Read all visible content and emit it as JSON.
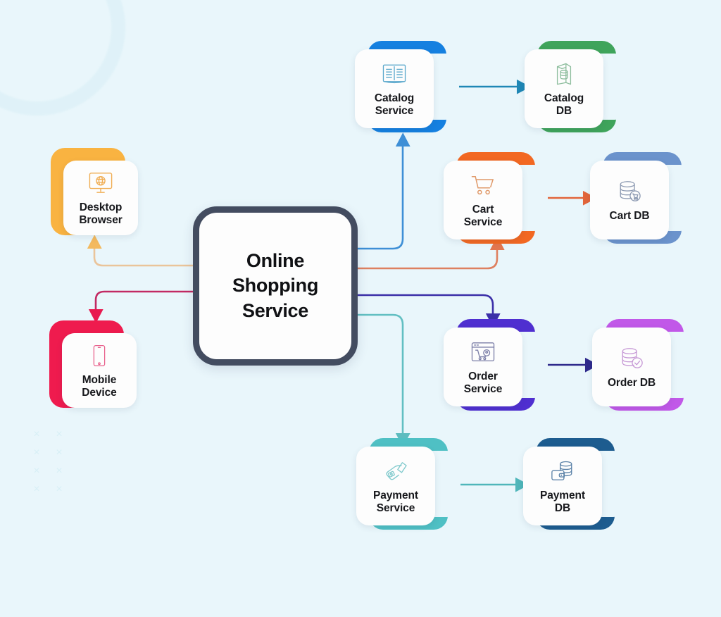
{
  "diagram": {
    "title": "Online Shopping Service",
    "background_color": "#e9f6fb",
    "hub": {
      "label": "Online\nShopping\nService",
      "border_color": "#434c60"
    },
    "clients": [
      {
        "id": "desktop-browser",
        "label": "Desktop\nBrowser",
        "icon": "monitor-globe-icon",
        "accent_color": "#f9b341",
        "icon_color": "#f0ae55",
        "side": "left"
      },
      {
        "id": "mobile-device",
        "label": "Mobile\nDevice",
        "icon": "smartphone-icon",
        "accent_color": "#ef1b4e",
        "icon_color": "#e8608c",
        "side": "left"
      }
    ],
    "services": [
      {
        "id": "catalog-service",
        "label": "Catalog\nService",
        "icon": "open-book-icon",
        "accent_color": "#1580e0",
        "icon_color": "#5aa8cc"
      },
      {
        "id": "cart-service",
        "label": "Cart\nService",
        "icon": "shopping-cart-icon",
        "accent_color": "#f26822",
        "icon_color": "#e09a6a"
      },
      {
        "id": "order-service",
        "label": "Order\nService",
        "icon": "browser-cart-icon",
        "accent_color": "#4f2fd0",
        "icon_color": "#7c7fa8"
      },
      {
        "id": "payment-service",
        "label": "Payment\nService",
        "icon": "hand-card-icon",
        "accent_color": "#4fc0c4",
        "icon_color": "#7fc9cc"
      }
    ],
    "databases": [
      {
        "id": "catalog-db",
        "label": "Catalog\nDB",
        "icon": "book-database-icon",
        "accent_color": "#3fa45b",
        "icon_color": "#8dbd9d"
      },
      {
        "id": "cart-db",
        "label": "Cart DB",
        "icon": "database-cart-icon",
        "accent_color": "#6b93cc",
        "icon_color": "#8e9bb3"
      },
      {
        "id": "order-db",
        "label": "Order DB",
        "icon": "database-check-icon",
        "accent_color": "#c158e8",
        "icon_color": "#c79ad6"
      },
      {
        "id": "payment-db",
        "label": "Payment\nDB",
        "icon": "wallet-database-icon",
        "accent_color": "#1d5c8f",
        "icon_color": "#5b82a8"
      }
    ],
    "connections": [
      {
        "id": "hub-to-desktop-browser",
        "from": "Online Shopping Service",
        "to": "Desktop Browser",
        "color": "#eac49a"
      },
      {
        "id": "hub-to-mobile-device",
        "from": "Online Shopping Service",
        "to": "Mobile Device",
        "color": "#c22a63"
      },
      {
        "id": "hub-to-catalog-service",
        "from": "Online Shopping Service",
        "to": "Catalog Service",
        "color": "#3e8fd6"
      },
      {
        "id": "hub-to-cart-service",
        "from": "Online Shopping Service",
        "to": "Cart Service",
        "color": "#de8060"
      },
      {
        "id": "hub-to-order-service",
        "from": "Online Shopping Service",
        "to": "Order Service",
        "color": "#3b2fa8"
      },
      {
        "id": "hub-to-payment-service",
        "from": "Online Shopping Service",
        "to": "Payment Service",
        "color": "#62bfc2"
      },
      {
        "id": "catalog-service-to-catalog-db",
        "from": "Catalog Service",
        "to": "Catalog DB",
        "color": "#1f87b5"
      },
      {
        "id": "cart-service-to-cart-db",
        "from": "Cart Service",
        "to": "Cart DB",
        "color": "#e2653a"
      },
      {
        "id": "order-service-to-order-db",
        "from": "Order Service",
        "to": "Order DB",
        "color": "#2f2a8c"
      },
      {
        "id": "payment-service-to-payment-db",
        "from": "Payment Service",
        "to": "Payment DB",
        "color": "#4fb6ba"
      }
    ],
    "decorations": {
      "x_marks": "×",
      "x_mark_count": 8
    }
  }
}
